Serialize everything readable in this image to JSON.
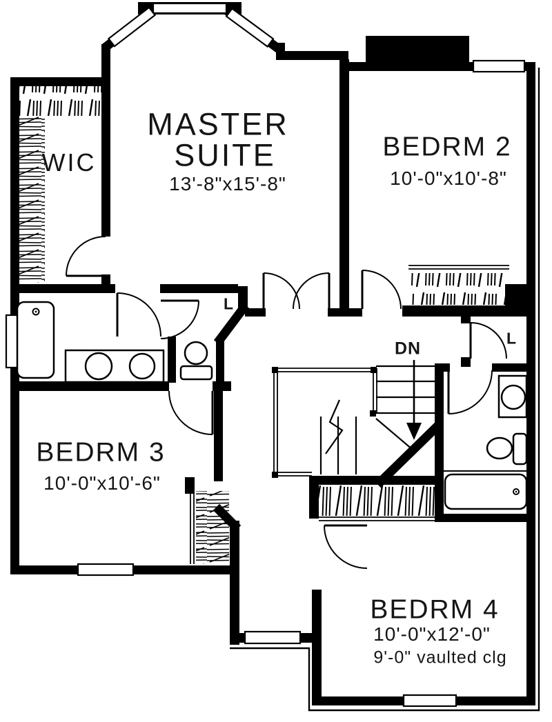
{
  "plan": {
    "type": "second-floor-plan",
    "colors": {
      "wall": "#000000",
      "background": "#ffffff",
      "text": "#151515"
    },
    "rooms": {
      "master_suite": {
        "line1": "MASTER",
        "line2": "SUITE",
        "dims": "13'-8\"x15'-8\""
      },
      "bedroom2": {
        "name": "BEDRM 2",
        "dims": "10'-0\"x10'-8\""
      },
      "bedroom3": {
        "name": "BEDRM 3",
        "dims": "10'-0\"x10'-6\""
      },
      "bedroom4": {
        "name": "BEDRM 4",
        "dims": "10'-0\"x12'-0\"",
        "note": "9'-0\" vaulted clg"
      },
      "wic": {
        "label": "WIC"
      },
      "linen_master": {
        "label": "L"
      },
      "linen_hall": {
        "label": "L"
      },
      "stairs": {
        "label": "DN"
      }
    }
  }
}
